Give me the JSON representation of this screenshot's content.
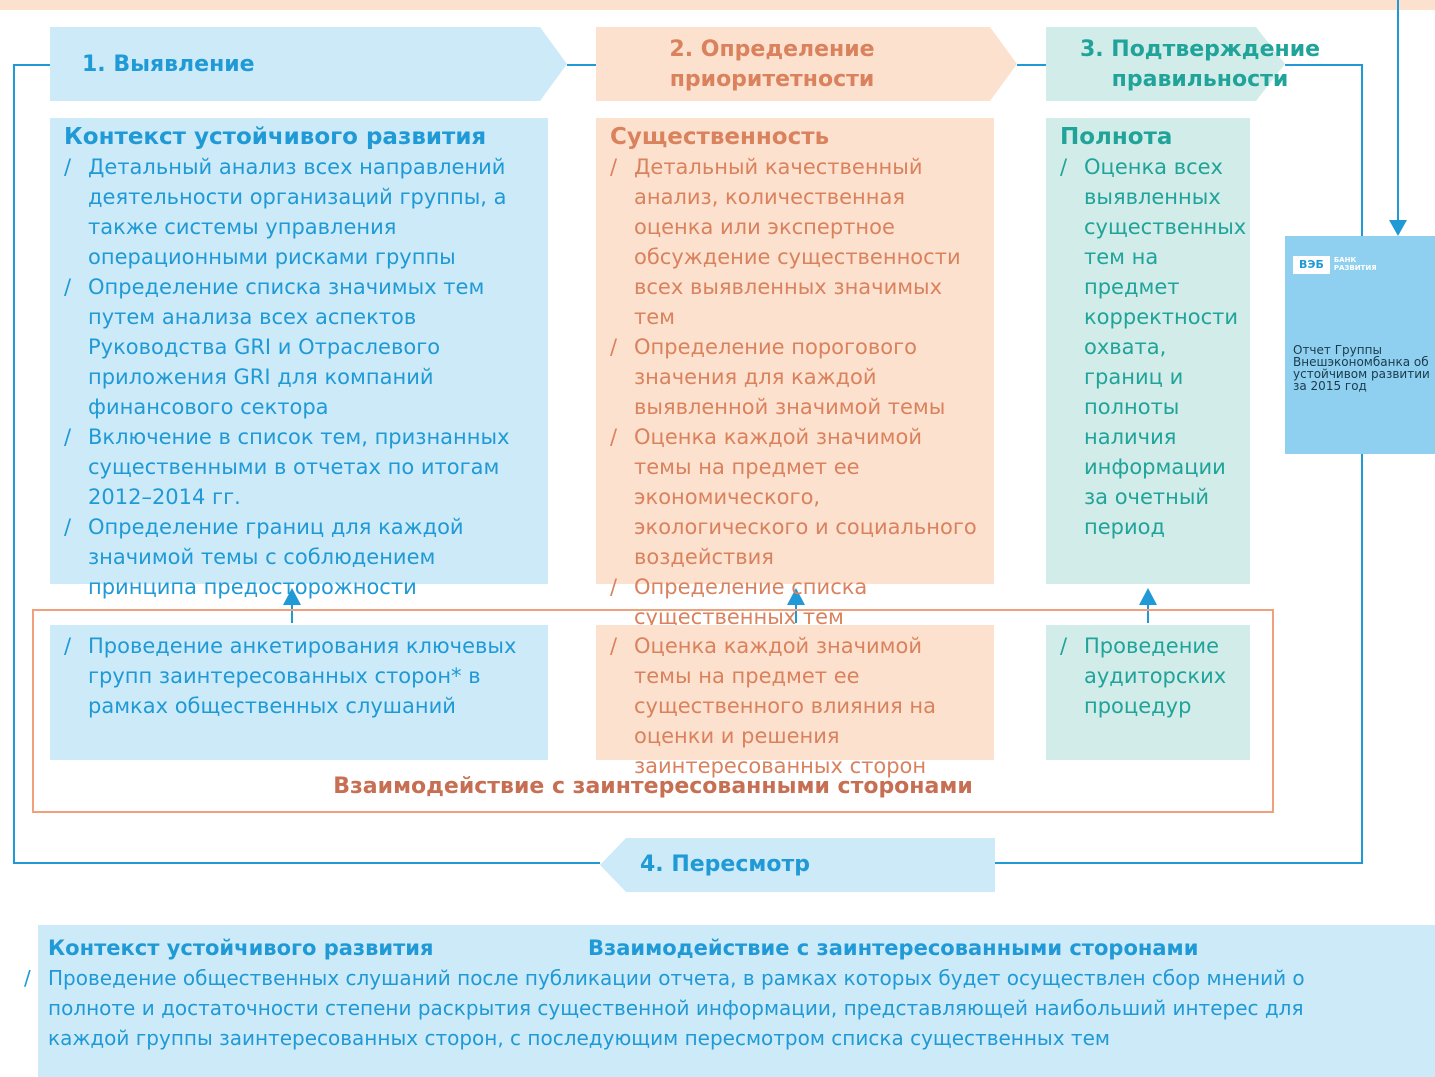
{
  "colors": {
    "blue": "#1f9ad6",
    "orange": "#d9825d",
    "teal": "#20a49a",
    "blue_fill": "#cdeaf8",
    "peach_fill": "#fde1cf",
    "teal_fill": "#d2ece9"
  },
  "steps": [
    {
      "label": "1. Выявление"
    },
    {
      "label": "2. Определение приоритетности"
    },
    {
      "label": "3. Подтверждение правильности"
    },
    {
      "label": "4. Пересмотр"
    }
  ],
  "principles": [
    {
      "title": "Контекст устойчивого развития",
      "items": [
        "Детальный анализ всех направлений деятельности организаций группы, а также системы управления операционными рисками группы",
        "Определение списка значимых тем путем анализа всех аспектов Руководства GRI и Отраслевого приложения GRI для компаний финансового сектора",
        "Включение в список тем, признанных существенными в отчетах по итогам 2012–2014 гг.",
        "Определение границ для каждой значимой темы с соблюдением принципа предосторожности"
      ]
    },
    {
      "title": "Существенность",
      "items": [
        "Детальный качественный анализ, количественная оценка или экспертное обсуждение существенности всех выявленных значимых тем",
        "Определение порогового значения для каждой выявленной значимой темы",
        "Оценка каждой значимой темы на предмет ее экономического, экологического и социального воздействия",
        "Определение списка существенных тем"
      ]
    },
    {
      "title": "Полнота",
      "items": [
        "Оценка всех выявленных существенных тем на предмет корректности охвата, границ и полноты наличия информации за очетный период"
      ]
    }
  ],
  "stakeholder": {
    "title": "Взаимодействие с заинтересованными сторонами",
    "items": [
      "Проведение анкетирования ключевых групп заинтересованных сторон* в рамках общественных слушаний",
      "Оценка каждой значимой темы на предмет ее существенного влияния на оценки и решения заинтересованных сторон",
      "Проведение аудиторских процедур"
    ]
  },
  "report": {
    "logo_text": "ВЭБ",
    "logo_caption": "БАНК РАЗВИТИЯ",
    "caption": "Отчет Группы Внешэкономбанка об устойчивом развитии за 2015 год"
  },
  "bottom": {
    "title_left": "Контекст устойчивого развития",
    "title_right": "Взаимодействие с заинтересованными сторонами",
    "item": "Проведение общественных слушаний после публикации отчета, в рамках которых будет осуществлен сбор мнений о полноте и достаточности степени раскрытия существенной информации, представляющей наибольший интерес для каждой группы заинтересованных сторон, с последующим пересмотром списка существенных тем"
  }
}
